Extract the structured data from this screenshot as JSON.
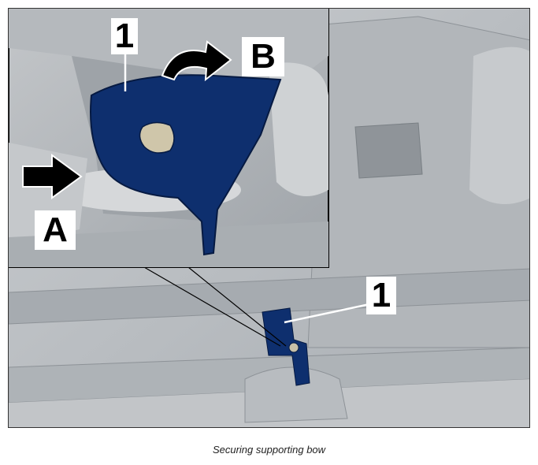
{
  "callouts": {
    "part_number_inset": "1",
    "part_number_main": "1",
    "step_a": "A",
    "step_b": "B"
  },
  "caption": "Securing supporting bow",
  "colors": {
    "part_blue": "#0e2f6e",
    "background_gray": "#b9bdc1"
  },
  "icons": {
    "push_arrow": "arrow-right-icon",
    "rotate_arrow": "curved-arrow-right-icon"
  }
}
